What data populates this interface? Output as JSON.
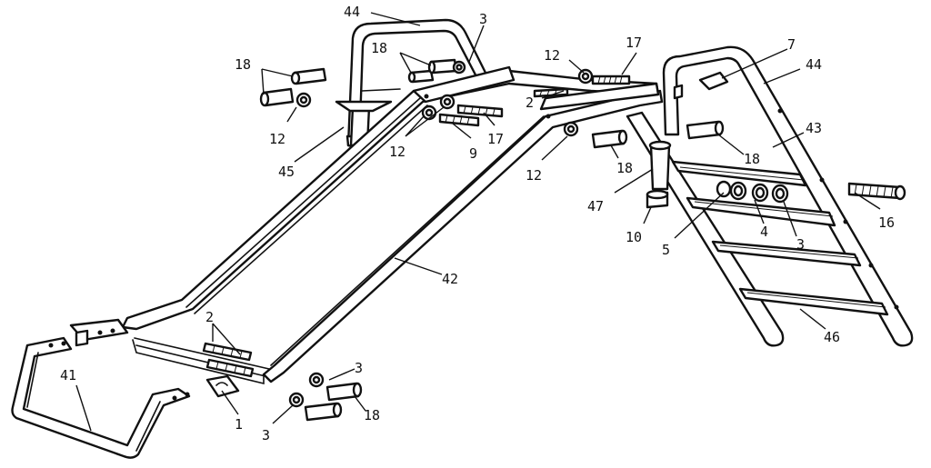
{
  "diagram": {
    "labels": {
      "l44a": "44",
      "l3a": "3",
      "l18a": "18",
      "l18b": "18",
      "l12a": "12",
      "l17a": "17",
      "l7": "7",
      "l44b": "44",
      "l2a": "2",
      "l43": "43",
      "l12b": "12",
      "l45": "45",
      "l12c": "12",
      "l9": "9",
      "l17b": "17",
      "l12d": "12",
      "l18c": "18",
      "l18d": "18",
      "l47": "47",
      "l16": "16",
      "l4": "4",
      "l3b": "3",
      "l10": "10",
      "l5": "5",
      "l42": "42",
      "l46": "46",
      "l2b": "2",
      "l3c": "3",
      "l41": "41",
      "l1": "1",
      "l18e": "18",
      "l3d": "3"
    }
  }
}
